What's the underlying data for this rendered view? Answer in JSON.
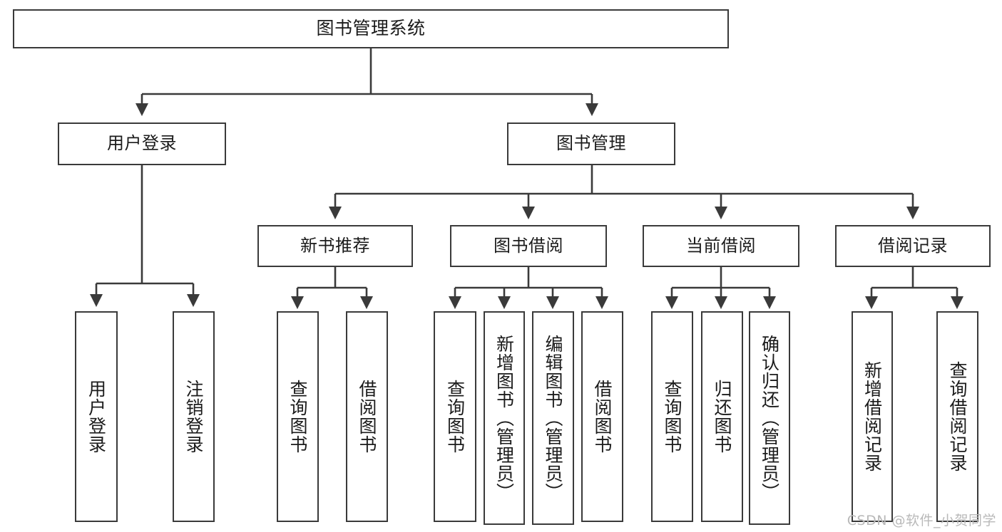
{
  "diagram": {
    "title": "图书管理系统",
    "watermark": "CSDN @软件_小贺同学",
    "colors": {
      "stroke": "#3a3a3a",
      "fill": "#ffffff",
      "text": "#1b1b1b",
      "watermark": "#b9b9b9"
    },
    "root": {
      "label": "图书管理系统"
    },
    "level2": [
      {
        "label": "用户登录"
      },
      {
        "label": "图书管理"
      }
    ],
    "level3": [
      {
        "label": "新书推荐"
      },
      {
        "label": "图书借阅"
      },
      {
        "label": "当前借阅"
      },
      {
        "label": "借阅记录"
      }
    ],
    "leaves": {
      "user_login": [
        {
          "label": "用户登录"
        },
        {
          "label": "注销登录"
        }
      ],
      "new_book": [
        {
          "label": "查询图书"
        },
        {
          "label": "借阅图书"
        }
      ],
      "borrow": [
        {
          "label": "查询图书"
        },
        {
          "label": "新增图书（管理员）"
        },
        {
          "label": "编辑图书（管理员）"
        },
        {
          "label": "借阅图书"
        }
      ],
      "current": [
        {
          "label": "查询图书"
        },
        {
          "label": "归还图书"
        },
        {
          "label": "确认归还（管理员）"
        }
      ],
      "records": [
        {
          "label": "新增借阅记录"
        },
        {
          "label": "查询借阅记录"
        }
      ]
    }
  }
}
